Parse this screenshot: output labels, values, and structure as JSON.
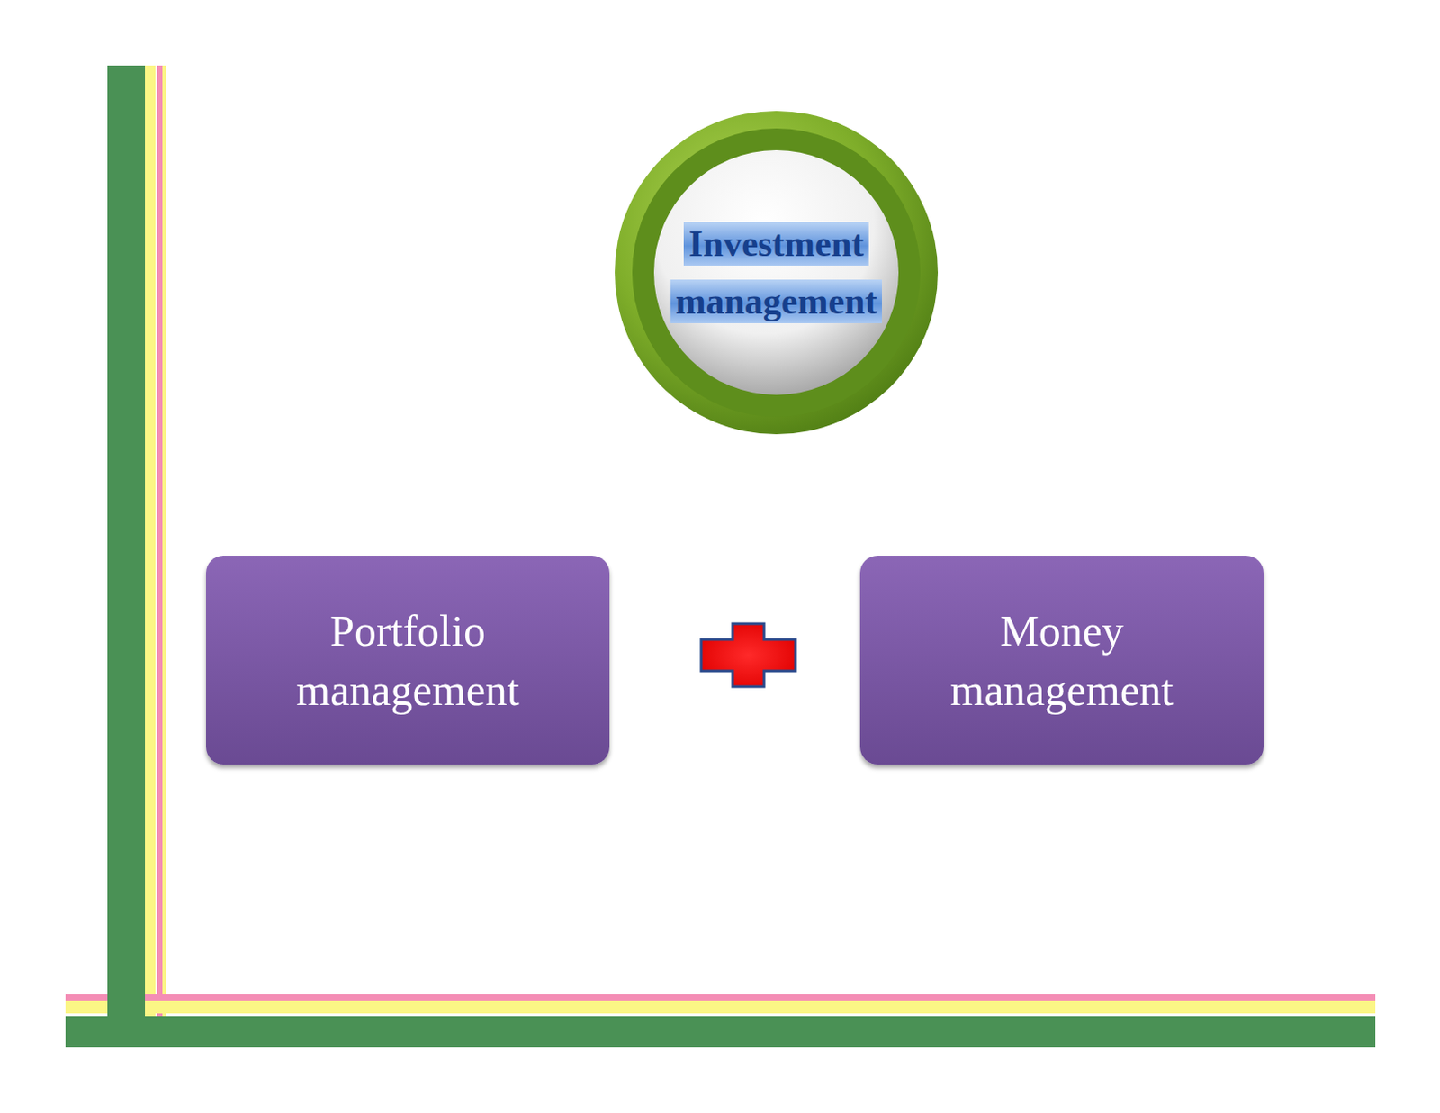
{
  "diagram": {
    "nodes": [
      {
        "text": [
          "Investment management"
        ]
      },
      {
        "text": [
          "Portfolio management"
        ]
      },
      {
        "text": [
          "Money management"
        ]
      }
    ]
  }
}
